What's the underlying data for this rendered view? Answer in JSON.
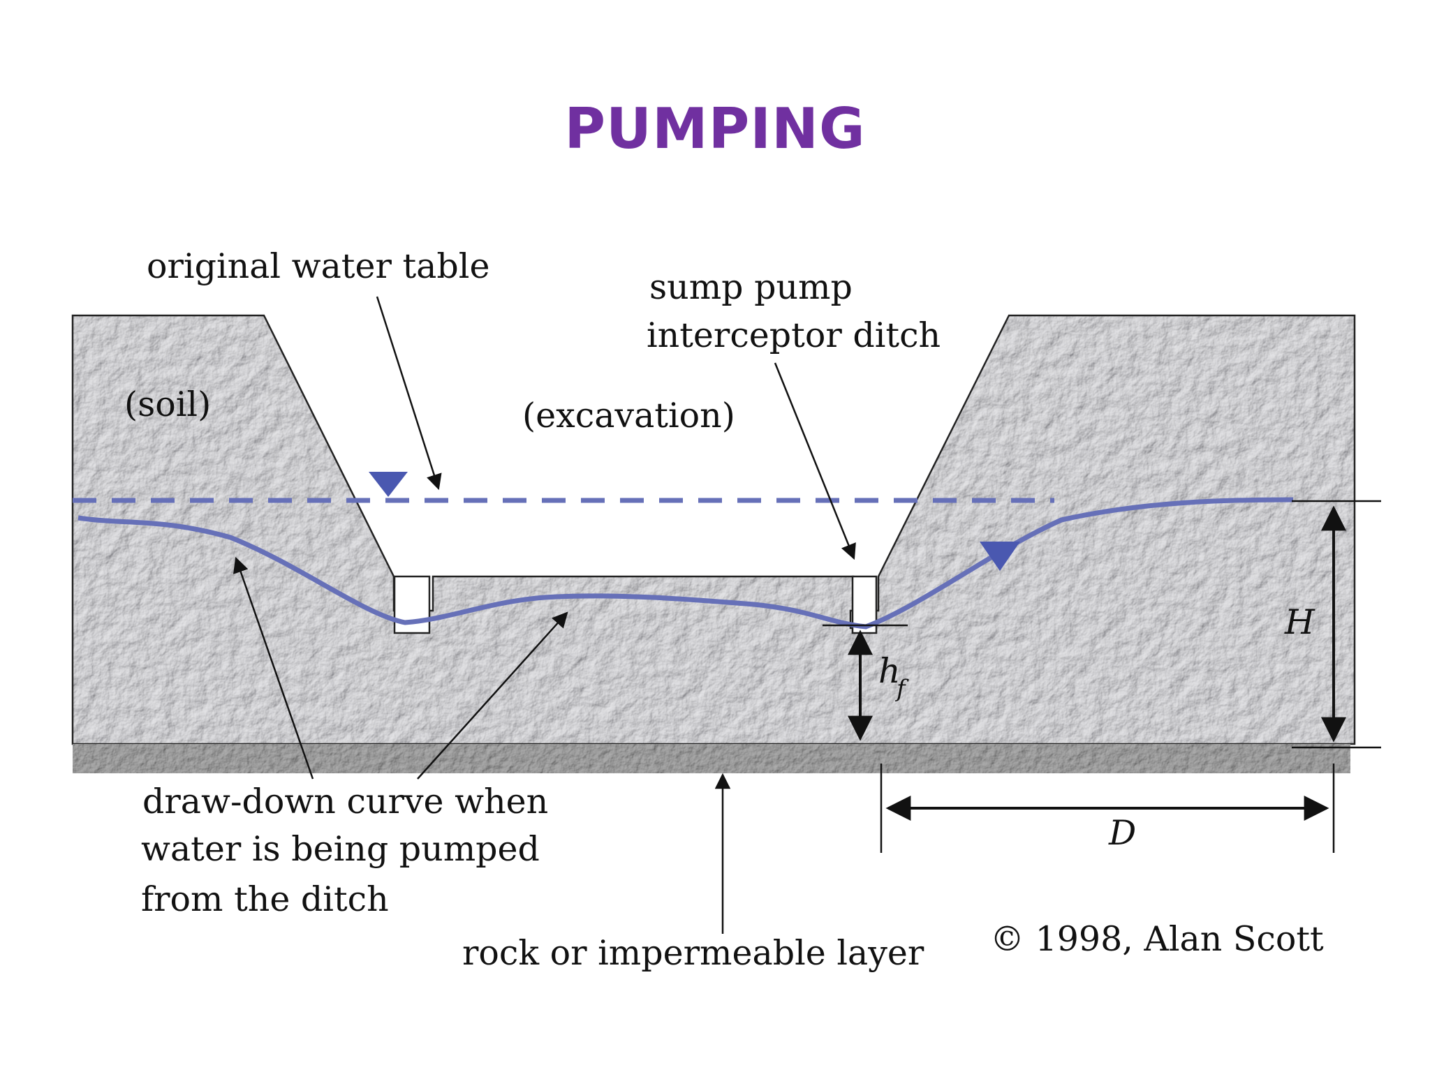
{
  "slide": {
    "title": "PUMPING"
  },
  "diagram": {
    "labels": {
      "original_water_table": "original water table",
      "sump_pump_line1": "sump pump",
      "sump_pump_line2": "interceptor ditch",
      "soil": "(soil)",
      "excavation": "(excavation)",
      "drawdown_line1": "draw-down curve when",
      "drawdown_line2": "water is being pumped",
      "drawdown_line3": "from the ditch",
      "rock_layer": "rock or impermeable layer",
      "copyright": "© 1998, Alan Scott",
      "dim_H": "H",
      "dim_hf": "h",
      "dim_hf_sub": "f",
      "dim_D": "D"
    },
    "colors": {
      "title": "#7030a0",
      "soil": "#b9b9bc",
      "rock": "#4a4a4a",
      "water": "#6670b8"
    }
  }
}
